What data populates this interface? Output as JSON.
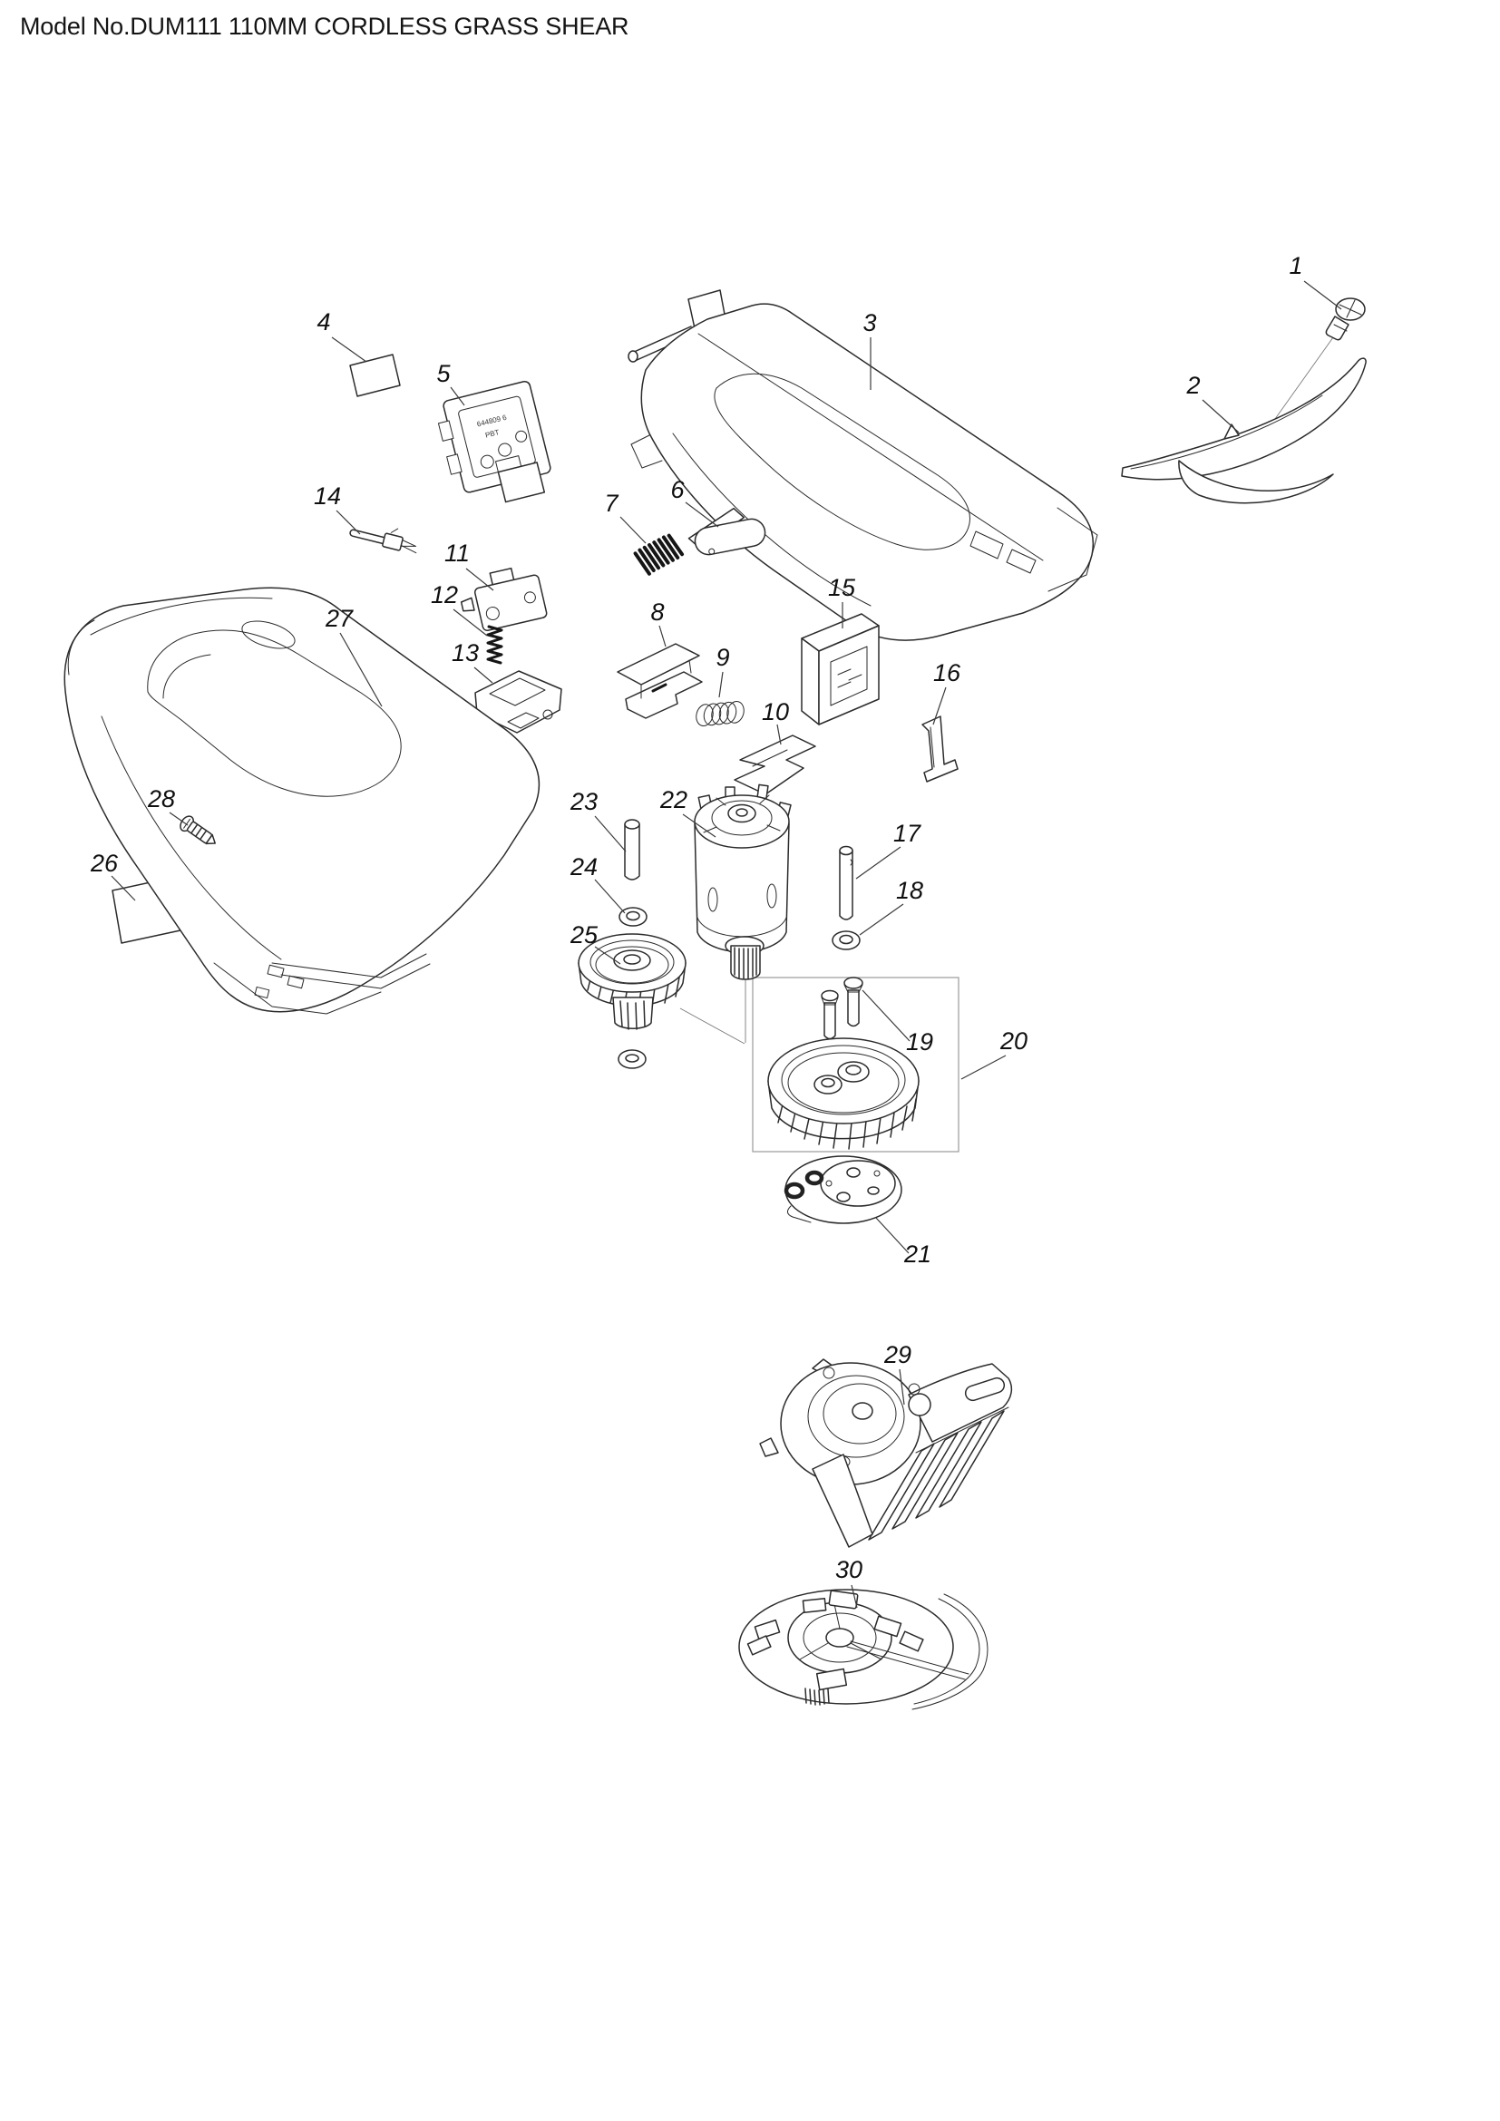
{
  "title": "Model No.DUM111 110MM CORDLESS GRASS SHEAR",
  "diagram": {
    "parts": [
      {
        "number": "1"
      },
      {
        "number": "2"
      },
      {
        "number": "3"
      },
      {
        "number": "4"
      },
      {
        "number": "5"
      },
      {
        "number": "6"
      },
      {
        "number": "7"
      },
      {
        "number": "8"
      },
      {
        "number": "9"
      },
      {
        "number": "10"
      },
      {
        "number": "11"
      },
      {
        "number": "12"
      },
      {
        "number": "13"
      },
      {
        "number": "14"
      },
      {
        "number": "15"
      },
      {
        "number": "16"
      },
      {
        "number": "17"
      },
      {
        "number": "18"
      },
      {
        "number": "19"
      },
      {
        "number": "20"
      },
      {
        "number": "21"
      },
      {
        "number": "22"
      },
      {
        "number": "23"
      },
      {
        "number": "24"
      },
      {
        "number": "25"
      },
      {
        "number": "26"
      },
      {
        "number": "27"
      },
      {
        "number": "28"
      },
      {
        "number": "29"
      },
      {
        "number": "30"
      }
    ]
  },
  "inscriptions": {
    "part5_line1": "644809 6",
    "part5_line2": "PBT"
  }
}
